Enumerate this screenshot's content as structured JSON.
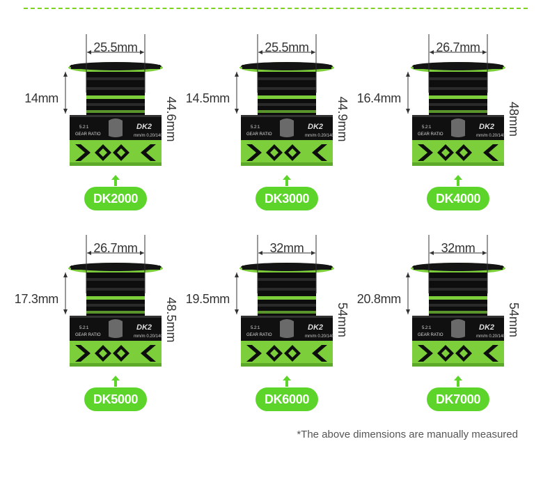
{
  "note": "*The above dimensions are manually measured",
  "spools": [
    {
      "model": "DK2000",
      "top_diameter": "25.5mm",
      "line_depth": "14mm",
      "height": "44.6mm"
    },
    {
      "model": "DK3000",
      "top_diameter": "25.5mm",
      "line_depth": "14.5mm",
      "height": "44.9mm"
    },
    {
      "model": "DK4000",
      "top_diameter": "26.7mm",
      "line_depth": "16.4mm",
      "height": "48mm"
    },
    {
      "model": "DK5000",
      "top_diameter": "26.7mm",
      "line_depth": "17.3mm",
      "height": "48.5mm"
    },
    {
      "model": "DK6000",
      "top_diameter": "32mm",
      "line_depth": "19.5mm",
      "height": "54mm"
    },
    {
      "model": "DK7000",
      "top_diameter": "32mm",
      "line_depth": "20.8mm",
      "height": "54mm"
    }
  ],
  "spool_print": {
    "ratio": "5.2:1",
    "ratio_label": "GEAR RATIO",
    "badge": "DK2",
    "spec": "mm/m 0.20/140"
  },
  "colors": {
    "accent": "#5cd42a",
    "rule": "#7ed321",
    "spool_green": "#7ccf3a",
    "spool_black": "#141414"
  }
}
